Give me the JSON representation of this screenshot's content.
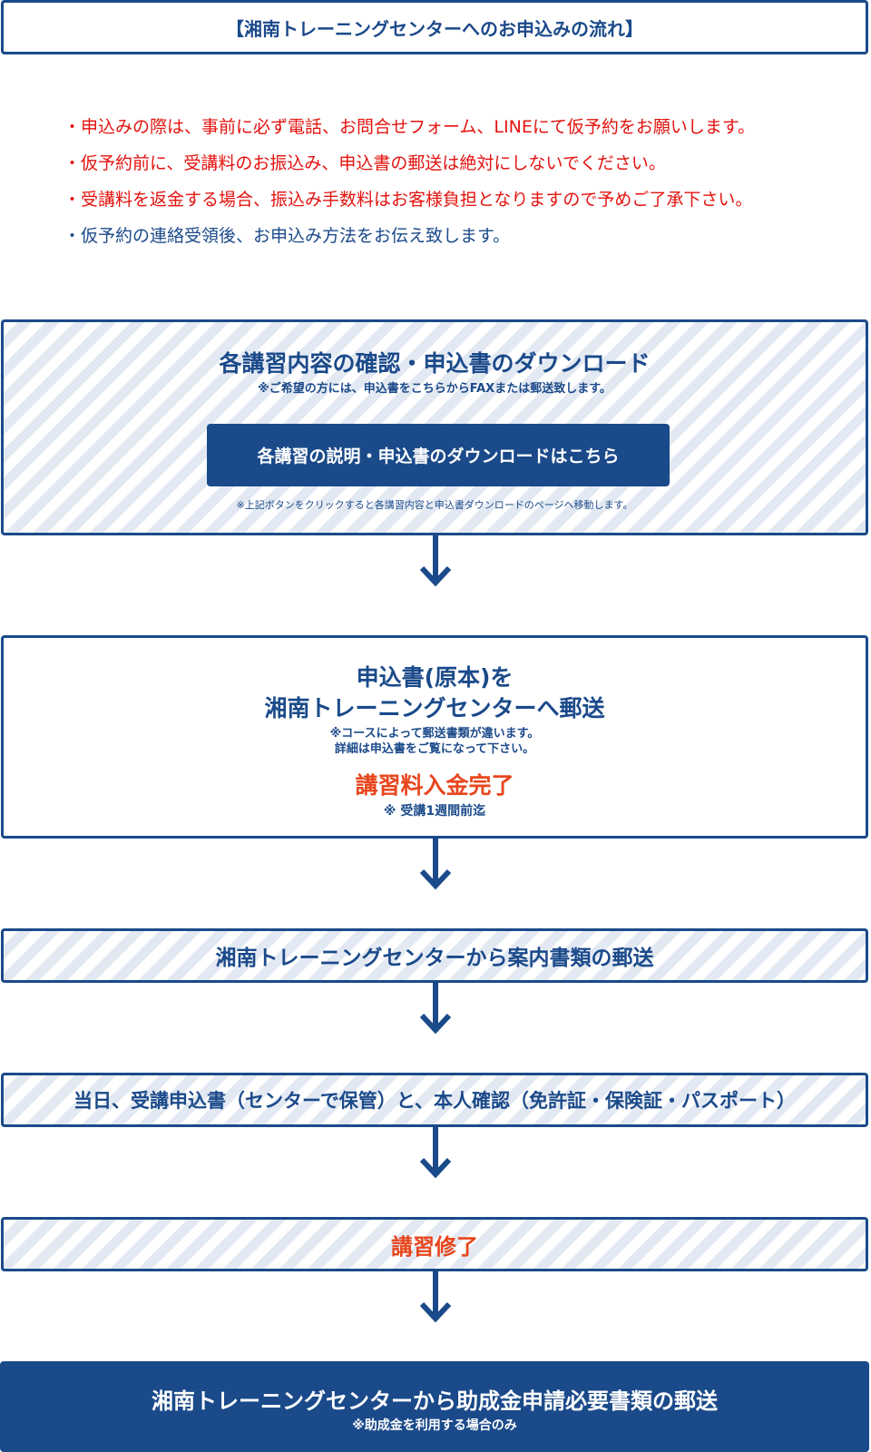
{
  "header": {
    "title": "【湘南トレーニングセンターへのお申込みの流れ】"
  },
  "notes": [
    "・申込みの際は、事前に必ず電話、お問合せフォーム、LINEにて仮予約をお願いします。",
    "・仮予約前に、受講料のお振込み、申込書の郵送は絶対にしないでください。",
    "・受講料を返金する場合、振込み手数料はお客様負担となりますので予めご了承下さい。",
    "・仮予約の連絡受領後、お申込み方法をお伝え致します。"
  ],
  "step1": {
    "title": "各講習内容の確認・申込書のダウンロード",
    "subtitle": "※ご希望の方には、申込書をこちらからFAXまたは郵送致します。",
    "button_label": "各講習の説明・申込書のダウンロードはこちら",
    "button_note": "※上記ボタンをクリックすると各講習内容と申込書ダウンロードのページへ移動します。"
  },
  "step2": {
    "title_line1": "申込書(原本)を",
    "title_line2": "湘南トレーニングセンターへ郵送",
    "note_line1": "※コースによって郵送書類が違います。",
    "note_line2": "詳細は申込書をご覧になって下さい。",
    "highlight": "講習料入金完了",
    "highlight_note": "※ 受講1週間前迄"
  },
  "step3": {
    "title": "湘南トレーニングセンターから案内書類の郵送"
  },
  "step4": {
    "title": "当日、受講申込書（センターで保管）と、本人確認（免許証・保険証・パスポート）"
  },
  "step5": {
    "title": "講習修了"
  },
  "step6": {
    "title": "湘南トレーニングセンターから助成金申請必要書類の郵送",
    "note": "※助成金を利用する場合のみ"
  },
  "colors": {
    "navy": "#1b4a8a",
    "red": "#e3130f",
    "orange": "#e8461d",
    "stripe": "#e3e9f2"
  }
}
